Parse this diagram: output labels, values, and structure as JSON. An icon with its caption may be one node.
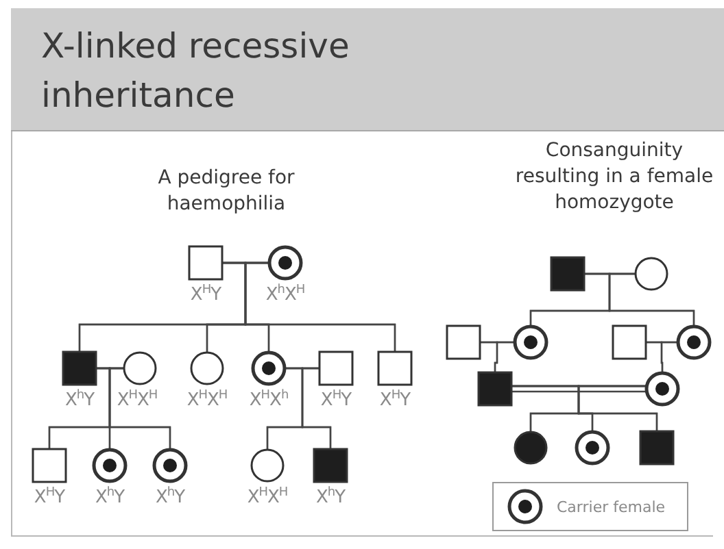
{
  "diagram": {
    "title": "X-linked recessive inheritance",
    "nodes": [
      {
        "text": [],
        "shape": "box",
        "beside": [
          "X$^{H}$Y"
        ]
      },
      {
        "text": [],
        "shape": "circle",
        "beside": [
          "X$^{h}$X$^{H}$"
        ]
      },
      {
        "text": [],
        "shape": "box",
        "beside": [
          "X$^{h}$Y"
        ]
      },
      {
        "text": [],
        "shape": "circle",
        "beside": [
          "X$^{H}$X$^{H}$"
        ]
      },
      {
        "text": [],
        "shape": "circle",
        "beside": [
          "X$^{H}$X$^{H}$"
        ]
      },
      {
        "text": [],
        "shape": "circle",
        "beside": [
          "X$^{H}$X$^{h}$"
        ]
      },
      {
        "text": [],
        "shape": "box",
        "beside": [
          "X$^{H}$Y"
        ]
      },
      {
        "text": [],
        "shape": "box",
        "beside": [
          "X$^{H}$Y"
        ]
      },
      {
        "text": [],
        "shape": "box",
        "beside": [
          "X$^{H}$Y"
        ]
      },
      {
        "text": [],
        "shape": "circle",
        "beside": [
          "X$^{h}$Y"
        ]
      },
      {
        "text": [],
        "shape": "circle",
        "beside": [
          "X$^{h}$Y"
        ]
      },
      {
        "text": [],
        "shape": "circle",
        "beside": [
          "X$^{H}$X$^{H}$"
        ]
      },
      {
        "text": [],
        "shape": "box",
        "beside": [
          "X$^{h}$Y"
        ]
      },
      {
        "text": [],
        "shape": "box"
      },
      {
        "text": [],
        "shape": "circle"
      },
      {
        "text": [],
        "shape": "box"
      },
      {
        "text": [],
        "shape": "circle"
      },
      {
        "text": [],
        "shape": "box"
      },
      {
        "text": [],
        "shape": "circle"
      },
      {
        "text": [],
        "shape": "box"
      },
      {
        "text": [],
        "shape": "circle"
      },
      {
        "text": [],
        "shape": "circle"
      },
      {
        "text": [],
        "shape": "circle"
      },
      {
        "text": [],
        "shape": "box"
      }
    ],
    "edges": [
      {
        "from": 0,
        "to": 1,
        "arrow": "none"
      },
      {
        "from": 0,
        "to": 2,
        "arrow": "none"
      },
      {
        "from": 1,
        "to": 2,
        "arrow": "none"
      },
      {
        "from": 0,
        "to": 4,
        "arrow": "none"
      },
      {
        "from": 1,
        "to": 4,
        "arrow": "none"
      },
      {
        "from": 0,
        "to": 5,
        "arrow": "none"
      },
      {
        "from": 1,
        "to": 5,
        "arrow": "none"
      },
      {
        "from": 0,
        "to": 7,
        "arrow": "none"
      },
      {
        "from": 1,
        "to": 7,
        "arrow": "none"
      },
      {
        "from": 2,
        "to": 3,
        "arrow": "none"
      },
      {
        "from": 2,
        "to": 8,
        "arrow": "none"
      },
      {
        "from": 3,
        "to": 8,
        "arrow": "none"
      },
      {
        "from": 2,
        "to": 9,
        "arrow": "none"
      },
      {
        "from": 3,
        "to": 9,
        "arrow": "none"
      },
      {
        "from": 2,
        "to": 10,
        "arrow": "none"
      },
      {
        "from": 3,
        "to": 10,
        "arrow": "none"
      },
      {
        "from": 5,
        "to": 6,
        "arrow": "none"
      },
      {
        "from": 5,
        "to": 11,
        "arrow": "none"
      },
      {
        "from": 6,
        "to": 11,
        "arrow": "none"
      },
      {
        "from": 5,
        "to": 12,
        "arrow": "none"
      },
      {
        "from": 6,
        "to": 12,
        "arrow": "none"
      },
      {
        "from": 13,
        "to": 14,
        "arrow": "none"
      },
      {
        "from": 13,
        "to": 16,
        "arrow": "none"
      },
      {
        "from": 14,
        "to": 16,
        "arrow": "none"
      },
      {
        "from": 13,
        "to": 18,
        "arrow": "none"
      },
      {
        "from": 14,
        "to": 18,
        "arrow": "none"
      },
      {
        "from": 15,
        "to": 16,
        "arrow": "none"
      },
      {
        "from": 15,
        "to": 19,
        "arrow": "none"
      },
      {
        "from": 16,
        "to": 19,
        "arrow": "none"
      },
      {
        "from": 17,
        "to": 18,
        "arrow": "none"
      },
      {
        "from": 17,
        "to": 20,
        "arrow": "none"
      },
      {
        "from": 18,
        "to": 20,
        "arrow": "none"
      },
      {
        "from": 19,
        "to": 20,
        "arrow": "none"
      },
      {
        "from": 19,
        "to": 21,
        "arrow": "none"
      },
      {
        "from": 20,
        "to": 21,
        "arrow": "none"
      },
      {
        "from": 19,
        "to": 22,
        "arrow": "none"
      },
      {
        "from": 20,
        "to": 22,
        "arrow": "none"
      },
      {
        "from": 19,
        "to": 23,
        "arrow": "none"
      },
      {
        "from": 20,
        "to": 23,
        "arrow": "none"
      }
    ],
    "labels": [
      "A pedigree for haemophilia",
      "Consanguinity resulting in a female homozygote"
    ],
    "legend": [
      {
        "text": "Carrier female"
      }
    ]
  }
}
